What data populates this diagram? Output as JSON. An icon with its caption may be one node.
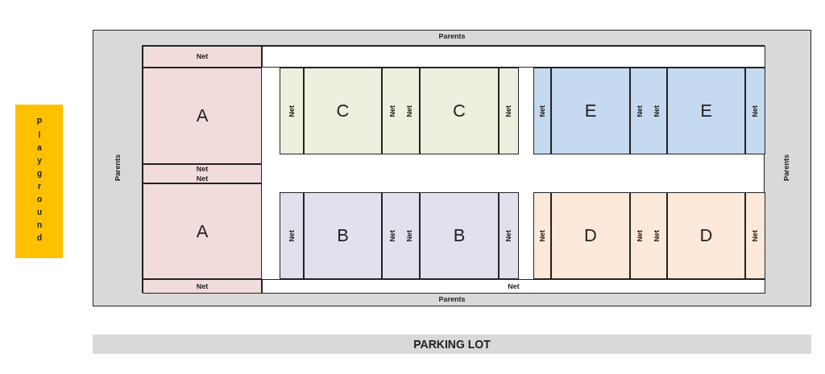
{
  "diagram": {
    "nodes": [
      {
        "text": [
          "Playground"
        ]
      },
      {
        "text": [
          "Parents",
          "Parents",
          "Parents",
          "Parents"
        ]
      },
      {
        "text": [],
        "shape": "box",
        "in": 1
      },
      {
        "text": [
          "Net"
        ],
        "in": 2
      },
      {
        "text": [],
        "shape": "box",
        "in": 2
      },
      {
        "text": [
          "A"
        ],
        "in": 2
      },
      {
        "text": [
          "Net",
          "Net"
        ],
        "in": 2
      },
      {
        "text": [
          "A"
        ],
        "in": 2
      },
      {
        "text": [
          "Net"
        ],
        "in": 2
      },
      {
        "text": [
          "Net"
        ],
        "in": 2
      },
      {
        "text": [
          "Net"
        ],
        "in": 2
      },
      {
        "text": [
          "C"
        ],
        "in": 2
      },
      {
        "text": [
          "Net",
          "Net"
        ],
        "in": 2
      },
      {
        "text": [
          "C"
        ],
        "in": 2
      },
      {
        "text": [
          "Net"
        ],
        "in": 2
      },
      {
        "text": [
          "Net"
        ],
        "in": 2
      },
      {
        "text": [
          "E"
        ],
        "in": 2
      },
      {
        "text": [
          "Net",
          "Net"
        ],
        "in": 2
      },
      {
        "text": [
          "E"
        ],
        "in": 2
      },
      {
        "text": [
          "Net"
        ],
        "in": 2
      },
      {
        "text": [
          "Net"
        ],
        "in": 2
      },
      {
        "text": [
          "B"
        ],
        "in": 2
      },
      {
        "text": [
          "Net",
          "Net"
        ],
        "in": 2
      },
      {
        "text": [
          "B"
        ],
        "in": 2
      },
      {
        "text": [
          "Net"
        ],
        "in": 2
      },
      {
        "text": [
          "Net"
        ],
        "in": 2
      },
      {
        "text": [
          "D"
        ],
        "in": 2
      },
      {
        "text": [
          "Net",
          "Net"
        ],
        "in": 2
      },
      {
        "text": [
          "D"
        ],
        "in": 2
      },
      {
        "text": [
          "Net"
        ],
        "in": 2
      },
      {
        "text": [
          "PARKING LOT"
        ]
      }
    ],
    "edges": []
  }
}
